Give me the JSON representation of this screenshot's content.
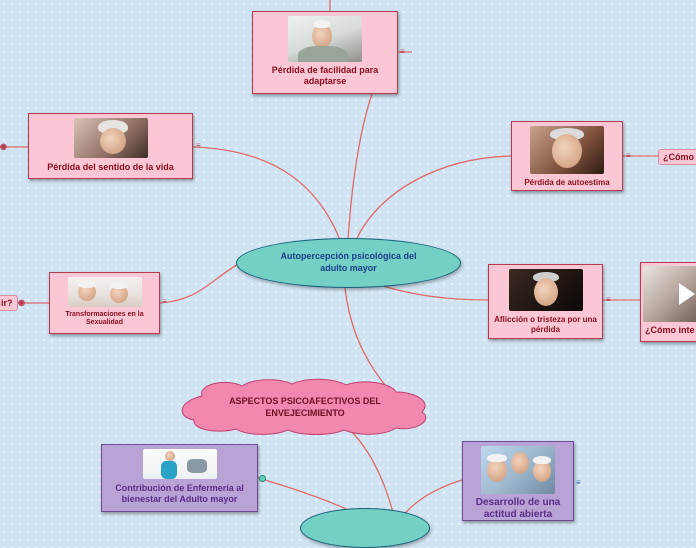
{
  "central": {
    "label": "Autopercepción psicológica del adulto mayor"
  },
  "nodes": {
    "adaptarse": {
      "label": "Pérdida de facilidad para adaptarse",
      "image": "elderly-man-on-phone"
    },
    "sentido": {
      "label": "Pérdida del sentido de la vida",
      "image": "sad-elderly-woman"
    },
    "autoestima": {
      "label": "Pérdida de autoestima",
      "image": "worried-elderly-man"
    },
    "sexualidad": {
      "label": "Transformaciones en la Sexualidad",
      "image": "elderly-couple-in-bed"
    },
    "afliccion": {
      "label": "Aflicción o tristeza por una pérdida",
      "image": "pensive-elderly-man"
    },
    "como_interpretar": {
      "label": "¿Cómo inte",
      "image": "video-thumbnail"
    }
  },
  "cloud": {
    "label": "ASPECTOS PSICOAFECTIVOS DEL ENVEJECIMIENTO"
  },
  "purple_nodes": {
    "enfermeria": {
      "label": "Contribución de Enfermería al bienestar del Adulto mayor",
      "image": "nurse-with-patient"
    },
    "actitud": {
      "label": "Desarrollo de una actitud abierta",
      "image": "happy-elderly-friends"
    }
  },
  "stubs": {
    "como_right": "¿Cómo",
    "ir_left": "ir?"
  },
  "icons": {
    "note": "≡",
    "link_left": "◉"
  },
  "colors": {
    "link": "#e06a6a",
    "pink_node": "#fcc7d4",
    "purple_node": "#b9a2d6",
    "central": "#74cfc4",
    "cloud": "#f287b0"
  }
}
